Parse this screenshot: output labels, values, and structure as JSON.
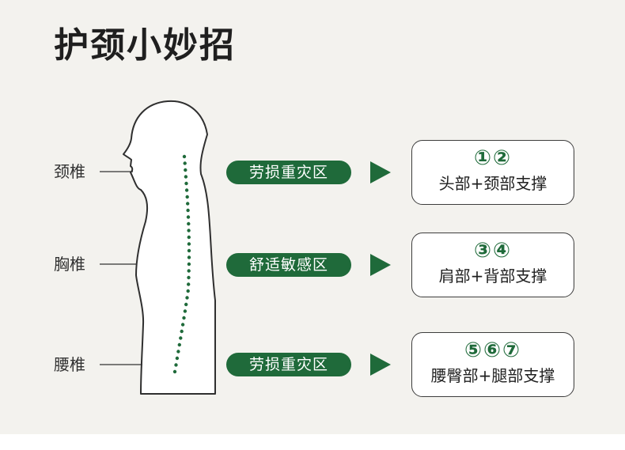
{
  "title": "护颈小妙招",
  "spine_labels": [
    "颈椎",
    "胸椎",
    "腰椎"
  ],
  "rows": [
    {
      "zone": "劳损重灾区",
      "numbers": "①②",
      "support": "头部+颈部支撑"
    },
    {
      "zone": "舒适敏感区",
      "numbers": "③④",
      "support": "肩部+背部支撑"
    },
    {
      "zone": "劳损重灾区",
      "numbers": "⑤⑥⑦",
      "support": "腰臀部+腿部支撑"
    }
  ],
  "icons": [
    "arrow-right-icon",
    "body-silhouette"
  ],
  "colors": {
    "accent": "#1f6a3a",
    "background": "#f3f2ee",
    "outline": "#2f2f2f"
  }
}
